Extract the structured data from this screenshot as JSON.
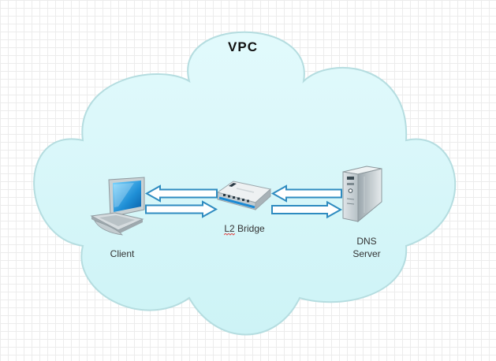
{
  "diagram": {
    "vpc_label": "VPC",
    "nodes": {
      "client": {
        "label": "Client",
        "icon": "laptop-computer-icon"
      },
      "bridge": {
        "label": "L2 Bridge",
        "icon": "network-switch-icon"
      },
      "dns": {
        "label_line1": "DNS",
        "label_line2": "Server",
        "icon": "tower-server-icon"
      }
    },
    "colors": {
      "cloud_fill": "#dbf8fa",
      "cloud_stroke": "#b5dde0",
      "arrow_stroke": "#2e8bc0",
      "arrow_fill": "#ffffff"
    }
  }
}
